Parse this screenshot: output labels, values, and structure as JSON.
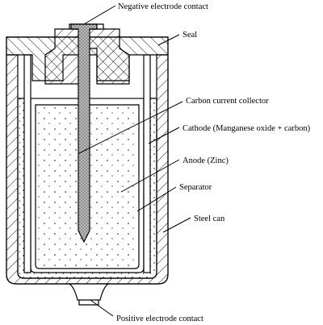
{
  "labels": {
    "negative_contact": "Negative electrode contact",
    "seal": "Seal",
    "carbon_collector": "Carbon current collector",
    "cathode": "Cathode (Manganese oxide + carbon)",
    "anode": "Anode (Zinc)",
    "separator": "Separator",
    "steel_can": "Steel can",
    "positive_contact": "Positive electrode contact"
  },
  "colors": {
    "line": "#000000",
    "background": "#ffffff",
    "rod_fill": "#b8b8b8"
  }
}
